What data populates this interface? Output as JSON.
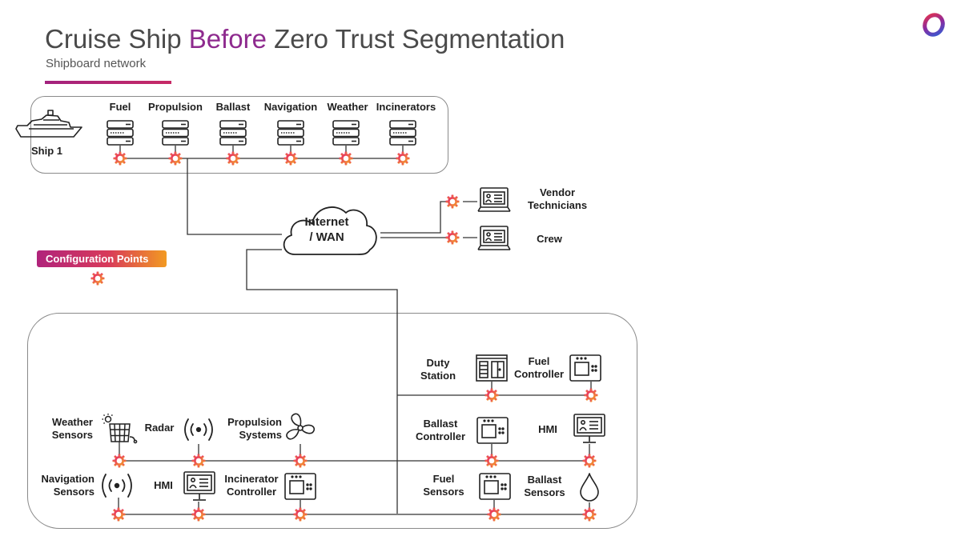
{
  "header": {
    "title_pre": "Cruise Ship ",
    "title_highlight": "Before",
    "title_post": " Zero Trust Segmentation",
    "subtitle": "Shipboard network"
  },
  "colors": {
    "accent": "#8e2a8e",
    "config_point": "#e5206f",
    "config_point_alt": "#f5a623",
    "line": "#333333"
  },
  "ship": {
    "label": "Ship 1",
    "systems": [
      "Fuel",
      "Propulsion",
      "Ballast",
      "Navigation",
      "Weather",
      "Incinerators"
    ]
  },
  "cloud": {
    "line1": "Internet",
    "line2": "/ WAN"
  },
  "remote": {
    "vendor_1": "Vendor",
    "vendor_2": "Technicians",
    "crew": "Crew"
  },
  "legend": {
    "config_points": "Configuration Points"
  },
  "devices": {
    "duty_1": "Duty",
    "duty_2": "Station",
    "fuel_ctrl_1": "Fuel",
    "fuel_ctrl_2": "Controller",
    "ballast_ctrl_1": "Ballast",
    "ballast_ctrl_2": "Controller",
    "hmi_right": "HMI",
    "weather_1": "Weather",
    "weather_2": "Sensors",
    "radar": "Radar",
    "propulsion_1": "Propulsion",
    "propulsion_2": "Systems",
    "nav_1": "Navigation",
    "nav_2": "Sensors",
    "hmi_left": "HMI",
    "incin_1": "Incinerator",
    "incin_2": "Controller",
    "fuel_sens_1": "Fuel",
    "fuel_sens_2": "Sensors",
    "ballast_sens_1": "Ballast",
    "ballast_sens_2": "Sensors"
  },
  "icons": [
    "ship-icon",
    "server-icon",
    "cloud-icon",
    "laptop-icon",
    "computer-monitor-icon",
    "controller-icon",
    "duty-station-icon",
    "solar-panel-icon",
    "radar-icon",
    "fan-icon",
    "water-drop-icon",
    "gear-icon",
    "logo-icon"
  ]
}
